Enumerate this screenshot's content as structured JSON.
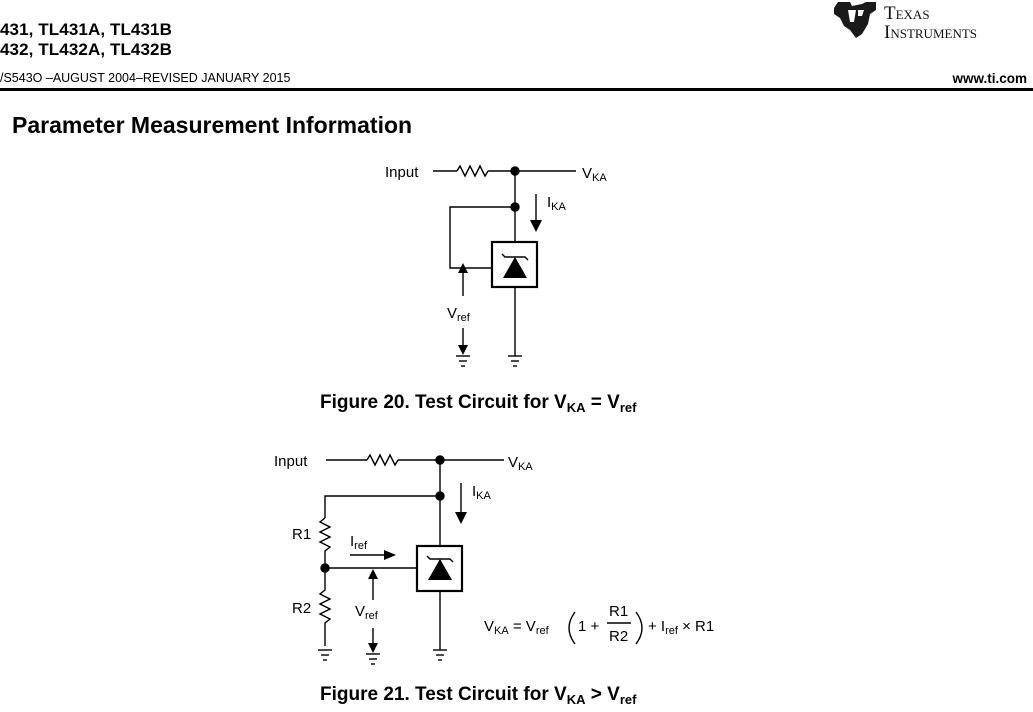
{
  "header": {
    "title_line1": "431, TL431A, TL431B",
    "title_line2": "432, TL432A, TL432B",
    "doc_info": "/S543O –AUGUST 2004–REVISED JANUARY 2015",
    "website": "www.ti.com",
    "logo_line1": "Texas",
    "logo_line2": "Instruments"
  },
  "section": {
    "heading": "Parameter Measurement Information"
  },
  "figure20": {
    "input_label": "Input",
    "vka_main": "V",
    "vka_sub": "KA",
    "ika_main": "I",
    "ika_sub": "KA",
    "vref_main": "V",
    "vref_sub": "ref",
    "caption_prefix": "Figure 20.  Test Circuit for V",
    "caption_sub1": "KA",
    "caption_mid": " = V",
    "caption_sub2": "ref"
  },
  "figure21": {
    "input_label": "Input",
    "vka_main": "V",
    "vka_sub": "KA",
    "ika_main": "I",
    "ika_sub": "KA",
    "r1_label": "R1",
    "r2_label": "R2",
    "iref_main": "I",
    "iref_sub": "ref",
    "vref_main": "V",
    "vref_sub": "ref",
    "eq_vka_main": "V",
    "eq_vka_sub": "KA",
    "eq_equals": " = V",
    "eq_vref_sub": "ref",
    "eq_one_plus": "1 +",
    "eq_num": "R1",
    "eq_den": "R2",
    "eq_plus_i": "+ I",
    "eq_iref_sub": "ref",
    "eq_times": " × R1",
    "caption_prefix": "Figure 21.  Test Circuit for V",
    "caption_sub1": "KA",
    "caption_mid": " > V",
    "caption_sub2": "ref"
  },
  "colors": {
    "ink": "#000000",
    "background": "#ffffff"
  }
}
